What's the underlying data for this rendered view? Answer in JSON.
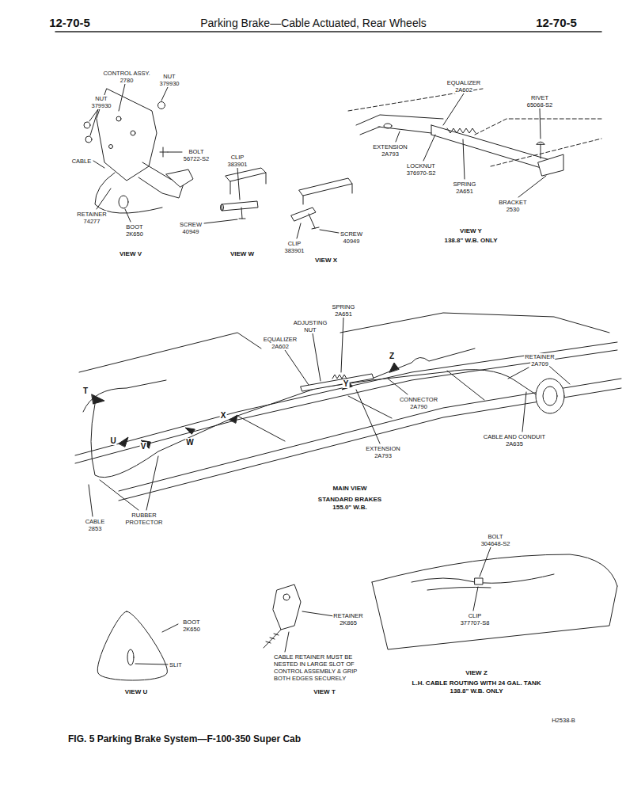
{
  "diagram": {
    "title": "Parking Brake—Cable Actuated, Rear Wheels",
    "caption": "FIG. 5 Parking Brake System—F-100-350 Super Cab",
    "labels": [
      "12-70-5",
      "12-70-5",
      "CONTROL ASSY.",
      "2780",
      "NUT",
      "379930",
      "NUT",
      "379930",
      "BOLT",
      "56722-S2",
      "CABLE",
      "RETAINER",
      "74277",
      "BOOT",
      "2K650",
      "VIEW V",
      "CLIP",
      "383901",
      "SCREW",
      "40949",
      "VIEW W",
      "SCREW",
      "40949",
      "CLIP",
      "383901",
      "VIEW X",
      "EQUALIZER",
      "2A602",
      "RIVET",
      "65068-S2",
      "EXTENSION",
      "2A793",
      "LOCKNUT",
      "376970-S2",
      "SPRING",
      "2A651",
      "BRACKET",
      "2530",
      "VIEW Y",
      "138.8\" W.B. ONLY",
      "SPRING",
      "2A651",
      "ADJUSTING",
      "NUT",
      "EQUALIZER",
      "2A602",
      "RETAINER",
      "2A709",
      "T",
      "Z",
      "Y",
      "X",
      "U",
      "V",
      "W",
      "CONNECTOR",
      "2A790",
      "CABLE AND CONDUIT",
      "2A635",
      "EXTENSION",
      "2A793",
      "MAIN VIEW",
      "STANDARD BRAKES",
      "155.0\" W.B.",
      "RUBBER",
      "PROTECTOR",
      "CABLE",
      "2853",
      "BOLT",
      "304648-S2",
      "CLIP",
      "377707-S8",
      "VIEW Z",
      "L.H. CABLE ROUTING WITH 24 GAL. TANK",
      "138.8\" W.B. ONLY",
      "BOOT",
      "2K650",
      "SLIT",
      "VIEW U",
      "RETAINER",
      "2K865",
      "CABLE RETAINER MUST BE",
      "NESTED IN LARGE SLOT OF",
      "CONTROL ASSEMBLY & GRIP",
      "BOTH EDGES SECURELY",
      "VIEW T",
      "H2538-B"
    ]
  }
}
